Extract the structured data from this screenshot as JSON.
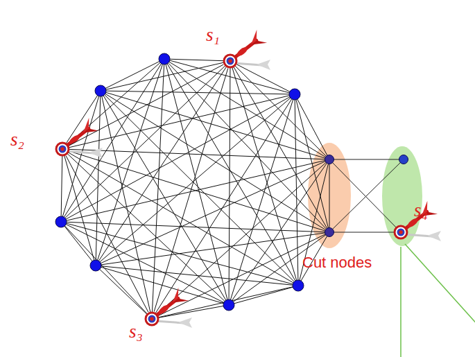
{
  "diagram": {
    "nodes": [
      {
        "text": [
          "s₁"
        ]
      },
      {
        "text": [
          "s₂"
        ]
      },
      {
        "text": [
          "s₃"
        ]
      },
      {
        "text": [
          "s₄"
        ]
      }
    ],
    "edges": [
      {
        "from": 0,
        "to": 1,
        "arrow": "none"
      },
      {
        "from": 0,
        "to": 2,
        "arrow": "none"
      },
      {
        "from": 1,
        "to": 2,
        "arrow": "none"
      }
    ],
    "labels": [
      "Cut nodes"
    ]
  }
}
